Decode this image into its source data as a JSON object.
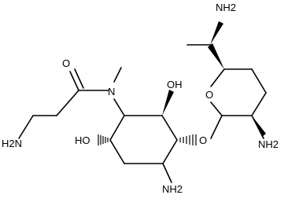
{
  "molecule": {
    "atoms": {
      "amine_top": "NH2",
      "carbonyl_o": "O",
      "amide_n": "N",
      "hydroxyl_top": "OH",
      "ring_o": "O",
      "ether_o": "O",
      "amine_left": "H2N",
      "hydroxyl_left": "HO",
      "amine_sugar": "NH2",
      "amine_bottom": "NH2"
    }
  }
}
